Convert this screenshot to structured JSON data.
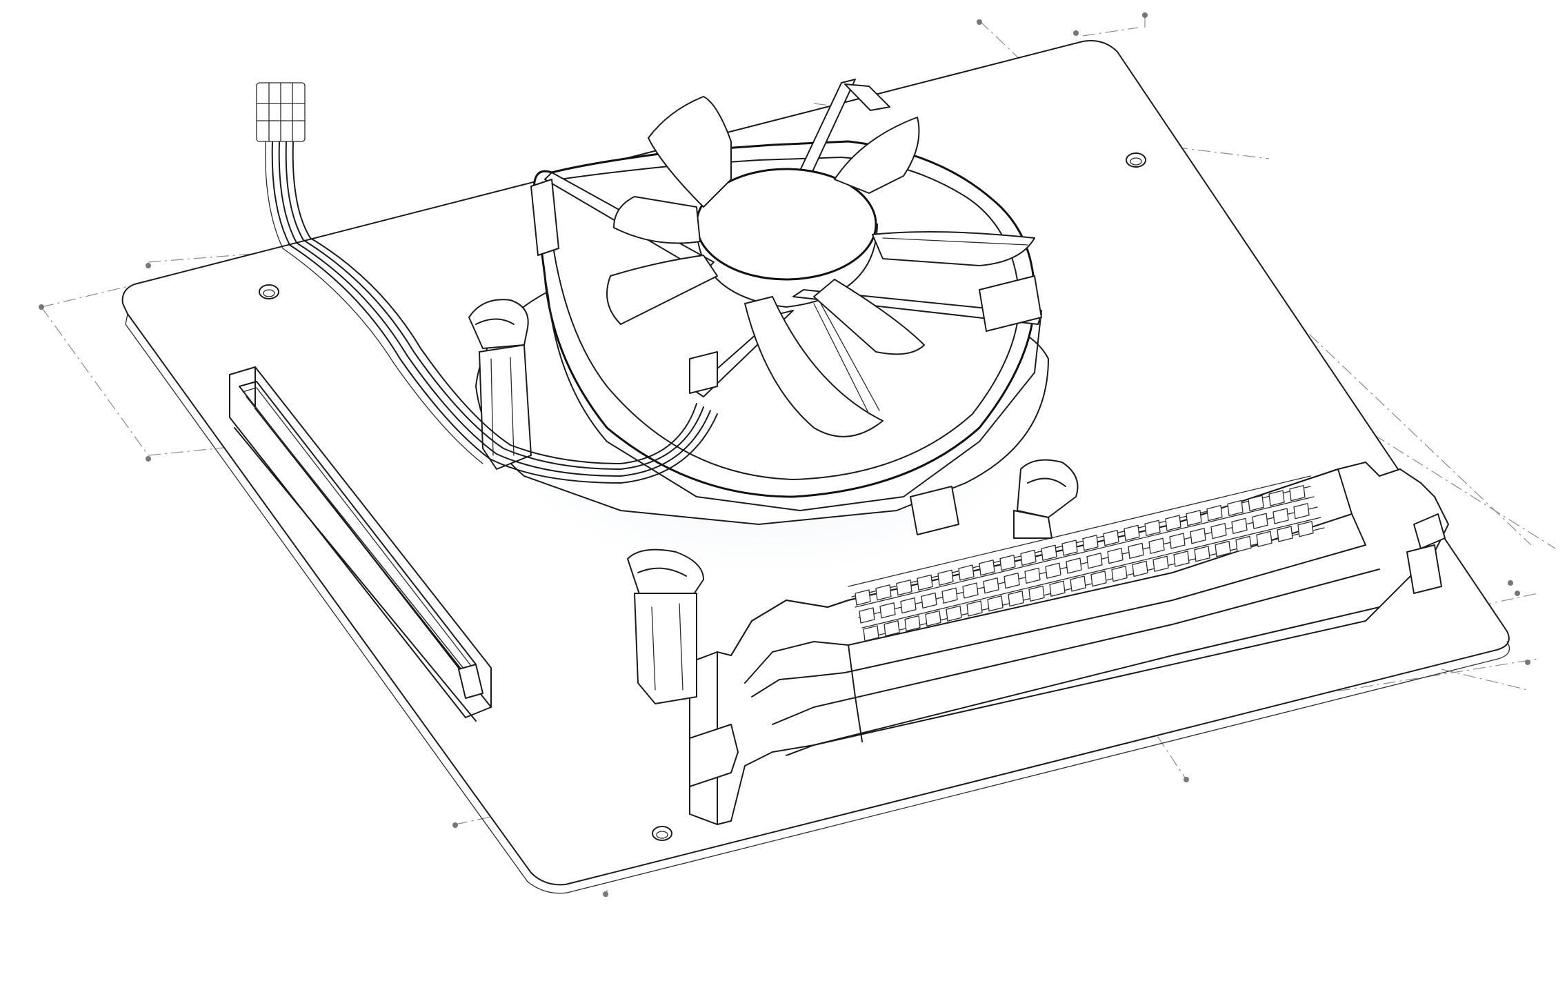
{
  "diagram": {
    "components": [
      {
        "name": "motherboard-plate"
      },
      {
        "name": "cpu-cooler-fan",
        "blade_count": 7
      },
      {
        "name": "pcie-slot"
      },
      {
        "name": "dimm-slot"
      },
      {
        "name": "fan-cable"
      },
      {
        "name": "mounting-holes",
        "count": 3
      }
    ],
    "colors": {
      "line": "#1a1a1a",
      "construction_line": "#8a8a8a",
      "shading": "#c9d9ee",
      "background": "#ffffff"
    }
  }
}
